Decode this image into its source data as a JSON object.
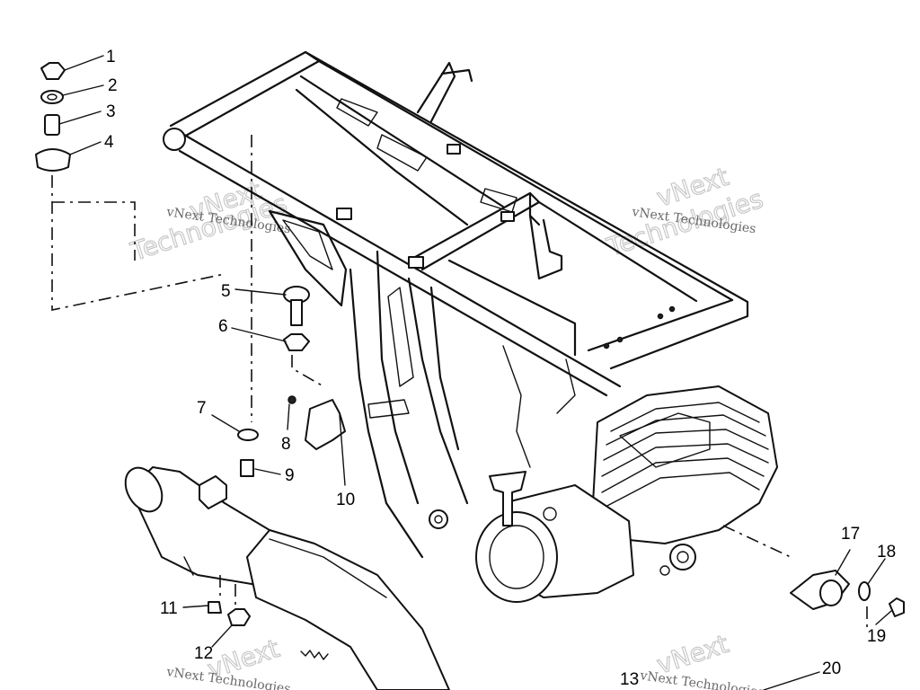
{
  "callouts": [
    "1",
    "2",
    "3",
    "4",
    "5",
    "6",
    "7",
    "8",
    "9",
    "10",
    "11",
    "12",
    "13",
    "17",
    "18",
    "19",
    "20"
  ],
  "watermark": {
    "line_small": "vNext Technologies",
    "word_vnext": "vNext",
    "word_tech": "Technologies"
  }
}
